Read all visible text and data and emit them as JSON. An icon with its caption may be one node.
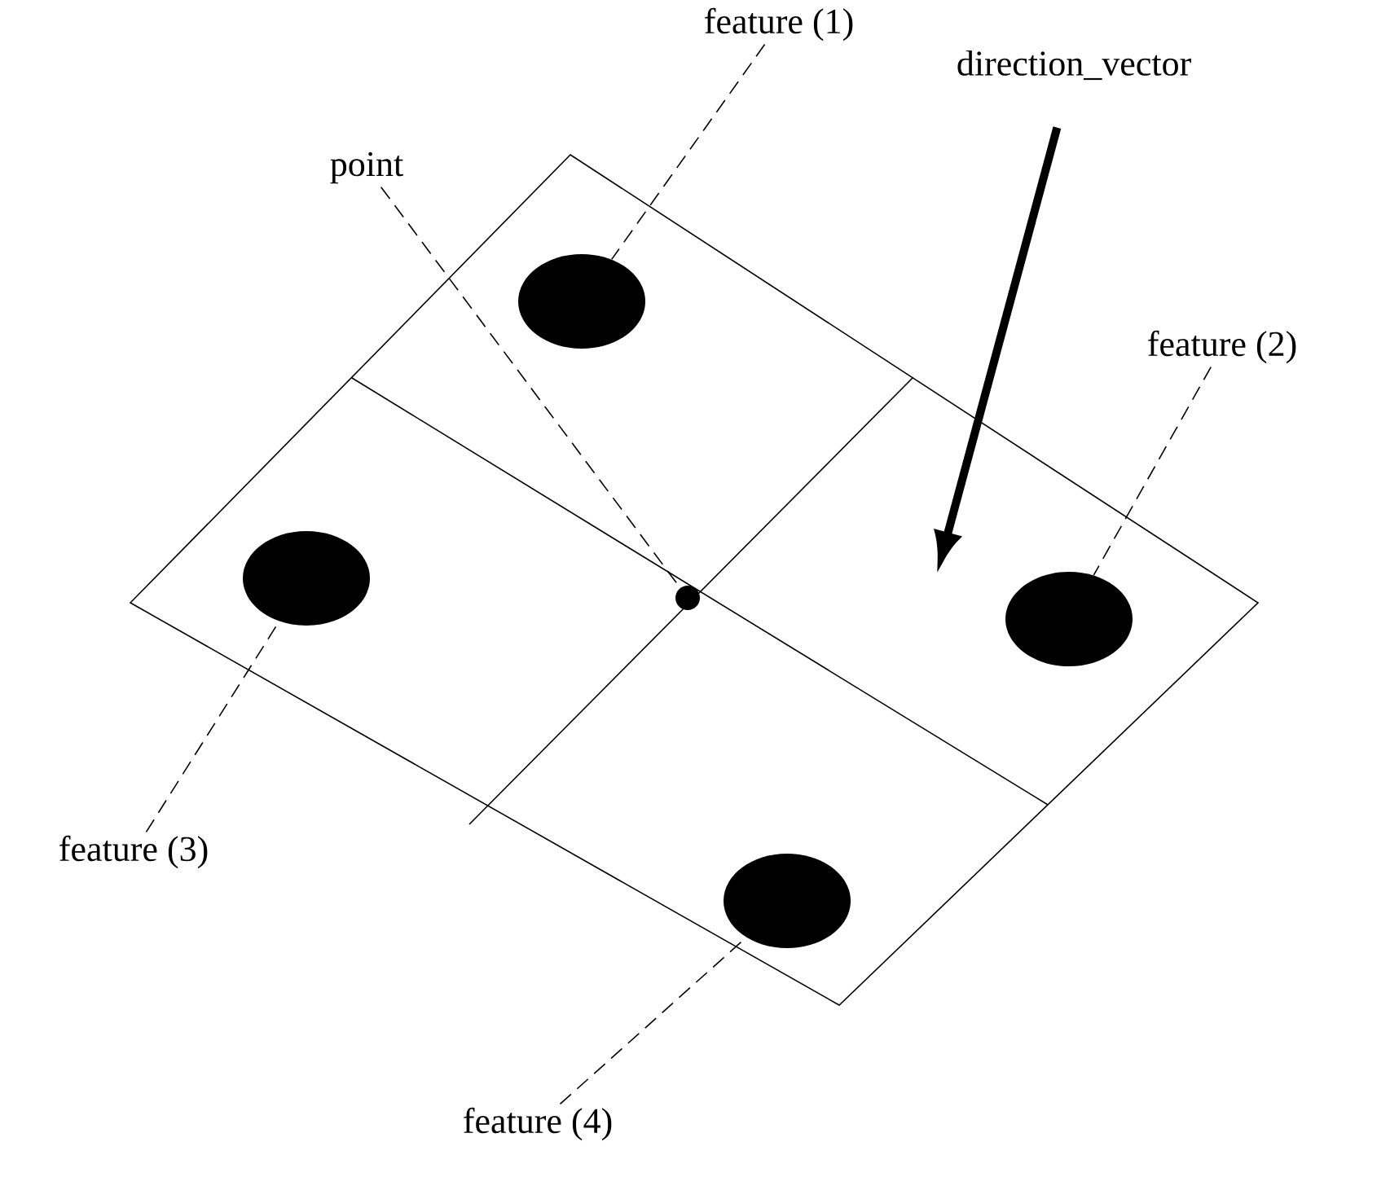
{
  "diagram": {
    "nodes": [
      {
        "text": [
          "feature (1)"
        ]
      },
      {
        "text": [
          "point"
        ]
      },
      {
        "text": [
          "direction_vector"
        ]
      },
      {
        "text": [
          "feature (2)"
        ]
      },
      {
        "text": [
          "feature (3)"
        ]
      },
      {
        "text": [
          "feature (4)"
        ]
      },
      {
        "text": [],
        "shape": "circle"
      },
      {
        "text": [],
        "shape": "circle"
      },
      {
        "text": [],
        "shape": "circle"
      },
      {
        "text": [],
        "shape": "circle"
      },
      {
        "text": [],
        "shape": "circle"
      }
    ],
    "edges": [
      {
        "from": 0,
        "to": 6,
        "arrow": "none",
        "style": "dashed"
      },
      {
        "from": 1,
        "to": 10,
        "arrow": "none",
        "style": "dashed"
      },
      {
        "from": 2,
        "to": null,
        "arrow": "to",
        "style": "thick"
      },
      {
        "from": 3,
        "to": 8,
        "arrow": "none",
        "style": "dashed"
      },
      {
        "from": 4,
        "to": 7,
        "arrow": "none",
        "style": "dashed"
      },
      {
        "from": 5,
        "to": 9,
        "arrow": "none",
        "style": "dashed"
      }
    ]
  }
}
